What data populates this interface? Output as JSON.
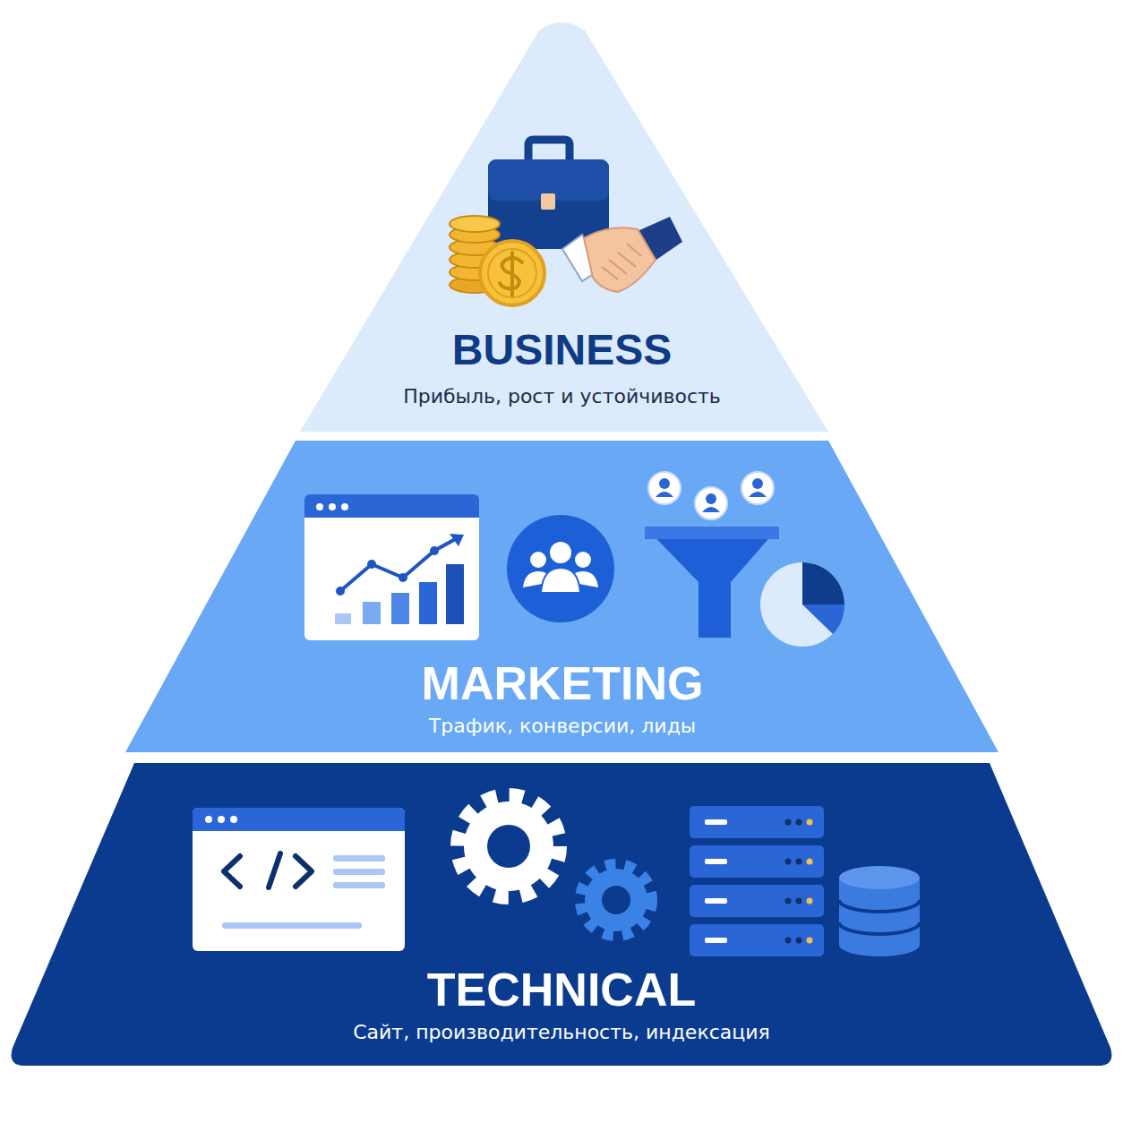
{
  "diagram": {
    "nodes": [
      {
        "text": [
          "BUSINESS",
          "Прибыль, рост и устойчивость"
        ]
      },
      {
        "text": [
          "MARKETING",
          "Трафик, конверсии, лиды"
        ]
      },
      {
        "text": [
          "TECHNICAL",
          "Сайт, производительность, индексация"
        ]
      }
    ]
  }
}
